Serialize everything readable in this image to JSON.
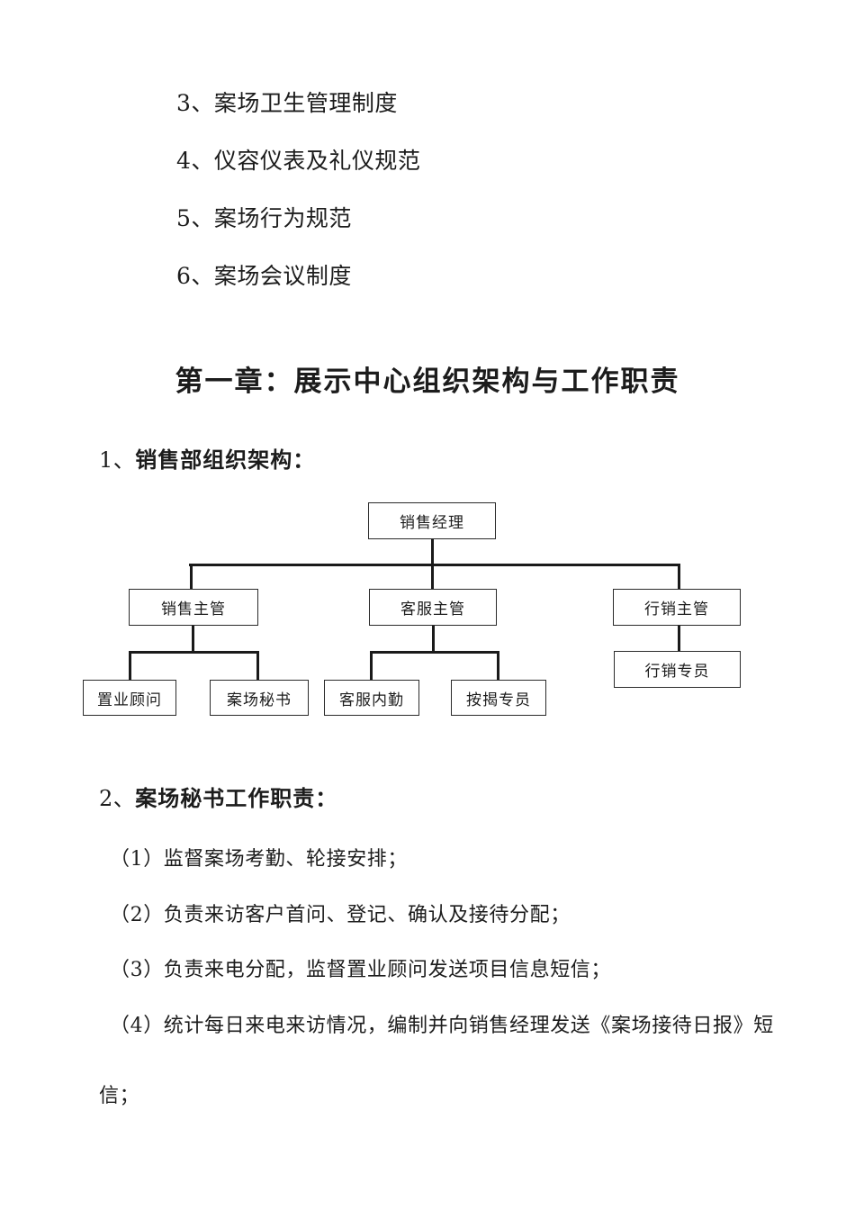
{
  "document": {
    "page_background": "#ffffff",
    "text_color": "#1c1c1c",
    "line_color": "#1a1a1a"
  },
  "toc_items": [
    {
      "text": "3、案场卫生管理制度"
    },
    {
      "text": "4、仪容仪表及礼仪规范"
    },
    {
      "text": "5、案场行为规范"
    },
    {
      "text": "6、案场会议制度"
    }
  ],
  "chapter": {
    "title": "第一章：展示中心组织架构与工作职责"
  },
  "section_one": {
    "number": "1、",
    "title": "销售部组织架构："
  },
  "org_chart": {
    "type": "diagram",
    "root": {
      "label": "销售经理"
    },
    "level2": [
      {
        "label": "销售主管"
      },
      {
        "label": "客服主管"
      },
      {
        "label": "行销主管"
      }
    ],
    "level3": [
      {
        "label": "置业顾问",
        "parent": "销售主管"
      },
      {
        "label": "案场秘书",
        "parent": "销售主管"
      },
      {
        "label": "客服内勤",
        "parent": "客服主管"
      },
      {
        "label": "按揭专员",
        "parent": "客服主管"
      },
      {
        "label": "行销专员",
        "parent": "行销主管"
      }
    ]
  },
  "section_two": {
    "number": "2、",
    "title": "案场秘书工作职责：",
    "items": [
      {
        "text": "（1）监督案场考勤、轮接安排；"
      },
      {
        "text": "（2）负责来访客户首问、登记、确认及接待分配；"
      },
      {
        "text": "（3）负责来电分配，监督置业顾问发送项目信息短信；"
      },
      {
        "text": "（4）统计每日来电来访情况，编制并向销售经理发送《案场接待日报》短"
      },
      {
        "text": "信；"
      }
    ]
  }
}
